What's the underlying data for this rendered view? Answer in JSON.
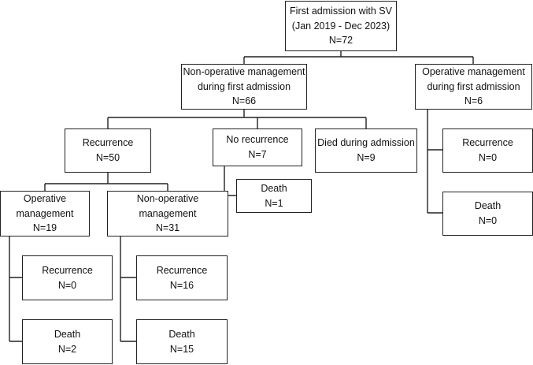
{
  "nodes": {
    "root": {
      "lines": [
        "First admission with SV",
        "(Jan 2019 - Dec 2023)",
        "N=72"
      ]
    },
    "nonop": {
      "lines": [
        "Non-operative management",
        "during first admission",
        "N=66"
      ]
    },
    "op": {
      "lines": [
        "Operative management",
        "during first admission",
        "N=6"
      ]
    },
    "recurrence": {
      "lines": [
        "Recurrence",
        "N=50"
      ]
    },
    "norecur": {
      "lines": [
        "No recurrence",
        "N=7"
      ]
    },
    "died": {
      "lines": [
        "Died during admission",
        "N=9"
      ]
    },
    "op_recur": {
      "lines": [
        "Recurrence",
        "N=0"
      ]
    },
    "op_death": {
      "lines": [
        "Death",
        "N=0"
      ]
    },
    "norecur_death": {
      "lines": [
        "Death",
        "N=1"
      ]
    },
    "rec_op": {
      "lines": [
        "Operative",
        "management",
        "N=19"
      ]
    },
    "rec_nonop": {
      "lines": [
        "Non-operative",
        "management",
        "N=31"
      ]
    },
    "rec_op_recur": {
      "lines": [
        "Recurrence",
        "N=0"
      ]
    },
    "rec_op_death": {
      "lines": [
        "Death",
        "N=2"
      ]
    },
    "rec_nonop_recur": {
      "lines": [
        "Recurrence",
        "N=16"
      ]
    },
    "rec_nonop_death": {
      "lines": [
        "Death",
        "N=15"
      ]
    }
  }
}
